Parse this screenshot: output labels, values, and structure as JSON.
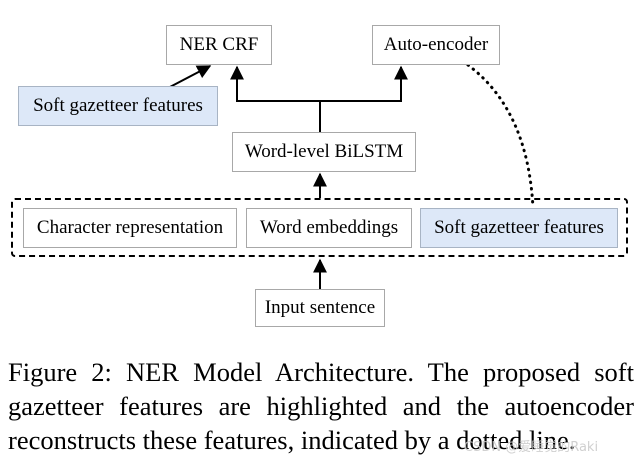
{
  "diagram": {
    "nodes": {
      "ner_crf": "NER CRF",
      "auto_encoder": "Auto-encoder",
      "soft_gazetteer_top": "Soft gazetteer features",
      "bilstm": "Word-level BiLSTM",
      "char_repr": "Character representation",
      "word_emb": "Word embeddings",
      "soft_gazetteer_bottom": "Soft gazetteer features",
      "input": "Input sentence"
    },
    "edges": [
      {
        "from": "input",
        "to": "feature_group",
        "style": "solid-arrow"
      },
      {
        "from": "feature_group",
        "to": "bilstm",
        "style": "solid-arrow"
      },
      {
        "from": "bilstm",
        "to": "ner_crf",
        "style": "solid-arrow"
      },
      {
        "from": "bilstm",
        "to": "auto_encoder",
        "style": "solid-arrow"
      },
      {
        "from": "soft_gazetteer_top",
        "to": "ner_crf",
        "style": "solid-arrow"
      },
      {
        "from": "auto_encoder",
        "to": "soft_gazetteer_bottom",
        "style": "dotted"
      }
    ],
    "highlight_color": "#dde8f8"
  },
  "caption": "Figure 2: NER Model Architecture. The proposed soft gazetteer features are highlighted and the autoencoder reconstructs these features, indicated by a dotted line.",
  "watermark": "CSDN @爱睡觉的Raki"
}
